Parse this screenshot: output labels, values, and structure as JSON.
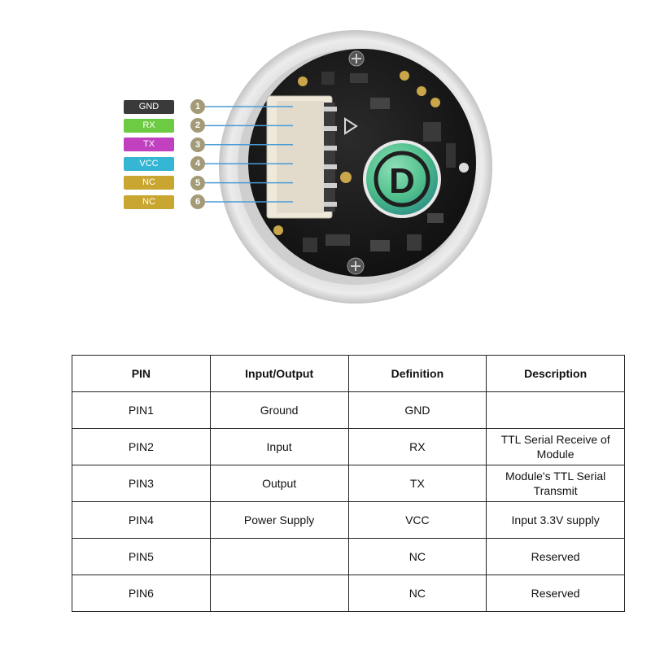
{
  "pins": [
    {
      "number": "1",
      "name": "GND",
      "color": "#3a3a3a"
    },
    {
      "number": "2",
      "name": "RX",
      "color": "#6ccb43"
    },
    {
      "number": "3",
      "name": "TX",
      "color": "#c040c0"
    },
    {
      "number": "4",
      "name": "VCC",
      "color": "#34b6d4"
    },
    {
      "number": "5",
      "name": "NC",
      "color": "#c9a630"
    },
    {
      "number": "6",
      "name": "NC",
      "color": "#c9a630"
    }
  ],
  "module": {
    "logo_text": "D",
    "accent_color": "#5fc49a"
  },
  "table": {
    "headers": [
      "PIN",
      "Input/Output",
      "Definition",
      "Description"
    ],
    "rows": [
      [
        "PIN1",
        "Ground",
        "GND",
        ""
      ],
      [
        "PIN2",
        "Input",
        "RX",
        "TTL Serial Receive of Module"
      ],
      [
        "PIN3",
        "Output",
        "TX",
        "Module's TTL Serial Transmit"
      ],
      [
        "PIN4",
        "Power Supply",
        "VCC",
        "Input 3.3V supply"
      ],
      [
        "PIN5",
        "",
        "NC",
        "Reserved"
      ],
      [
        "PIN6",
        "",
        "NC",
        "Reserved"
      ]
    ]
  }
}
